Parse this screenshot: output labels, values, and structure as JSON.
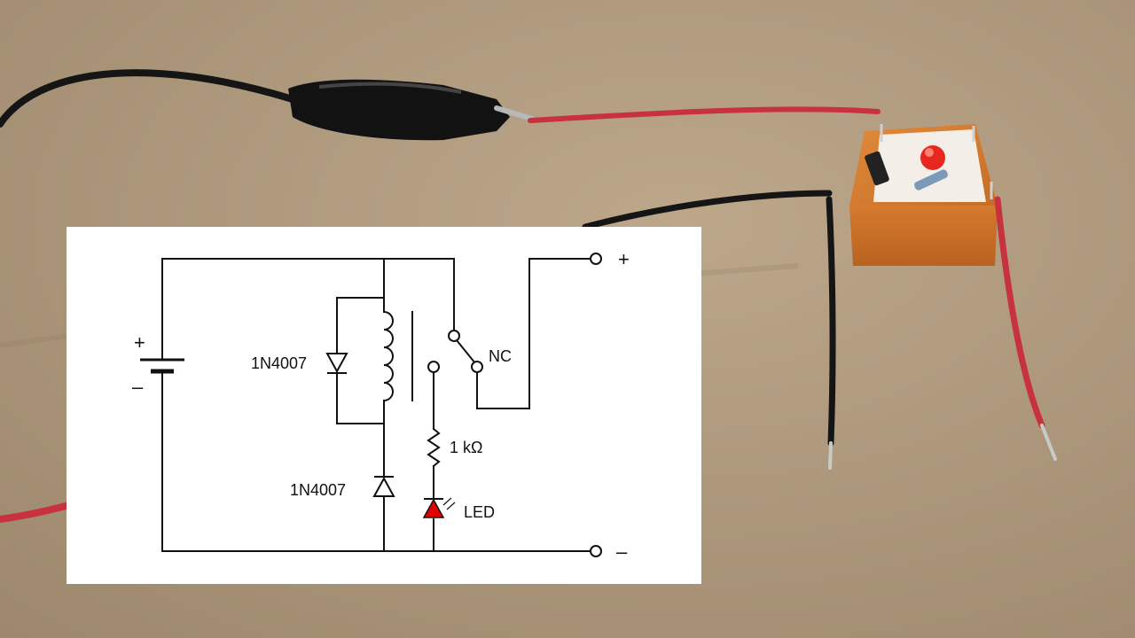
{
  "photo": {
    "background": "cardboard surface",
    "relay_color": "#d2782c",
    "wire_red": "#c8323e",
    "wire_black": "#151515",
    "led_color": "#e8281e"
  },
  "schematic": {
    "terminal_plus": "+",
    "terminal_minus": "–",
    "battery_plus": "+",
    "battery_minus": "–",
    "diode_coil_label": "1N4007",
    "diode_series_label": "1N4007",
    "contact_label": "NC",
    "resistor_label": "1 kΩ",
    "led_label": "LED",
    "led_color": "#e00000"
  }
}
